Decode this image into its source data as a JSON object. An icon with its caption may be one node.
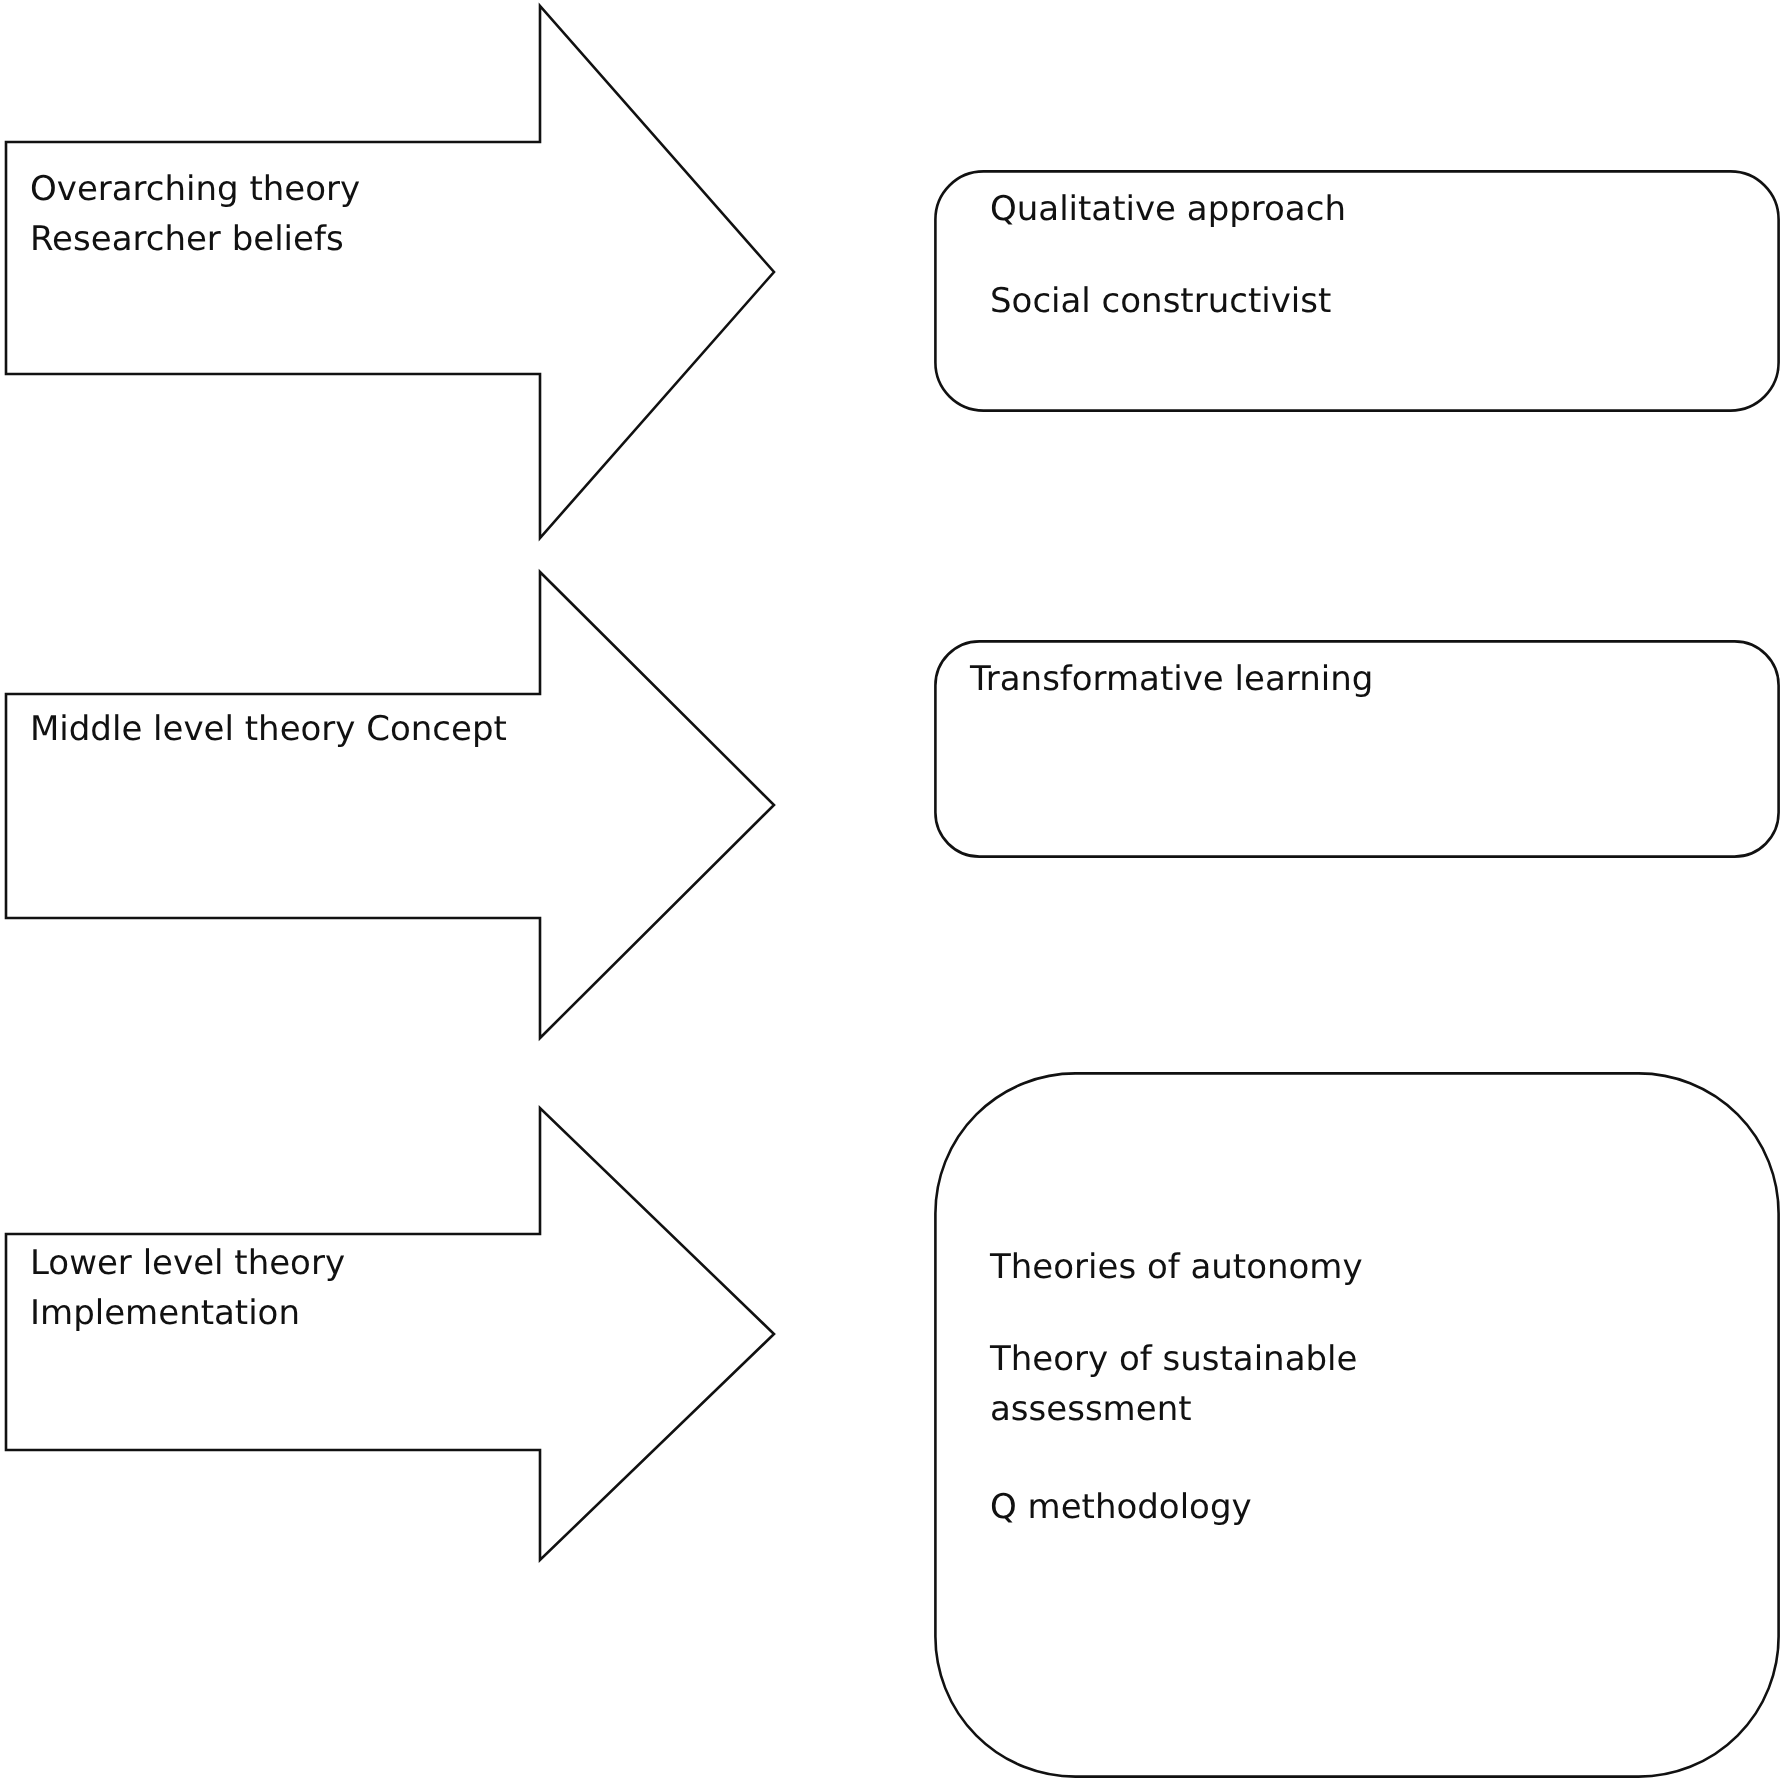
{
  "diagram": {
    "nodes": [
      {
        "text": [
          "Overarching theory Researcher beliefs"
        ]
      },
      {
        "text": [
          "Qualitative approach",
          "Social constructivist"
        ]
      },
      {
        "text": [
          "Middle level theory Concept"
        ]
      },
      {
        "text": [
          "Transformative learning"
        ]
      },
      {
        "text": [
          "Lower level theory Implementation"
        ]
      },
      {
        "text": [
          "Theories of autonomy",
          "Theory of sustainable assessment",
          "Q methodology"
        ]
      }
    ]
  }
}
